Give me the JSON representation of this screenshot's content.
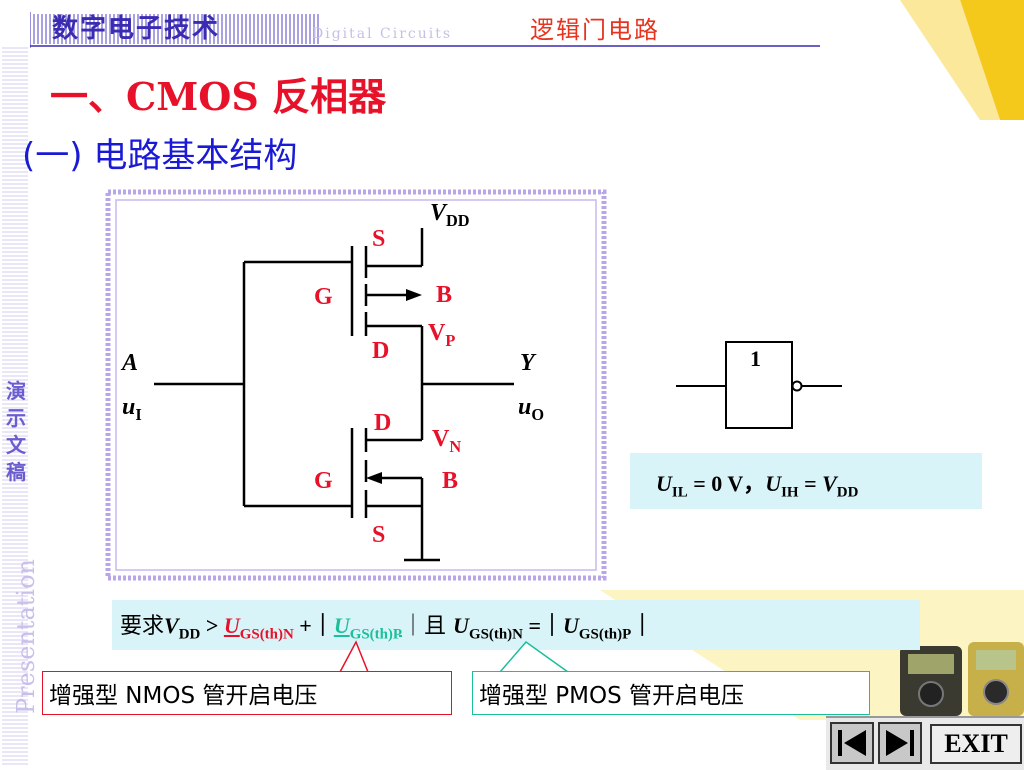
{
  "header": {
    "brand_title": "数字电子技术",
    "brand_subtitle": "Digital Circuits",
    "chapter": "逻辑门电路"
  },
  "sidebar": {
    "label_cn": "演\n示\n文\n稿",
    "label_en": "Presentation"
  },
  "section": {
    "title": "一、CMOS 反相器",
    "subtitle": "(一) 电路基本结构"
  },
  "circuit": {
    "vdd": "V",
    "vdd_sub": "DD",
    "pmos": {
      "source": "S",
      "gate": "G",
      "body": "B",
      "drain": "D",
      "v": "V",
      "v_sub": "P"
    },
    "nmos": {
      "drain": "D",
      "gate": "G",
      "body": "B",
      "source": "S",
      "v": "V",
      "v_sub": "N"
    },
    "input_name": "A",
    "input_var": "u",
    "input_sub": "I",
    "output_name": "Y",
    "output_var": "u",
    "output_sub": "O"
  },
  "gate_symbol": {
    "label": "1"
  },
  "condition": {
    "u": "U",
    "il_sub": "IL",
    "eq_zero": " = 0 V，",
    "ih_sub": "IH",
    "eq": " = ",
    "v": "V",
    "dd_sub": "DD"
  },
  "requirement": {
    "prefix": "要求",
    "v": "V",
    "dd_sub": "DD",
    "gt": " > ",
    "u": "U",
    "gsn_sub": "GS(th)N",
    "plus_abs_open": " +｜",
    "gsp_sub": "GS(th)P",
    "abs_close_and": "｜且 ",
    "eq_abs_open": " =｜",
    "abs_close": "｜"
  },
  "notes": {
    "nmos_note": "增强型 NMOS 管开启电压",
    "pmos_note": "增强型 PMOS 管开启电压"
  },
  "nav": {
    "exit_label": "EXIT"
  },
  "colors": {
    "red": "#e8112a",
    "blue": "#1a1ad6",
    "teal": "#1bbf9a",
    "purple": "#3a2bb0",
    "cyan_box": "#d9f4f8"
  }
}
